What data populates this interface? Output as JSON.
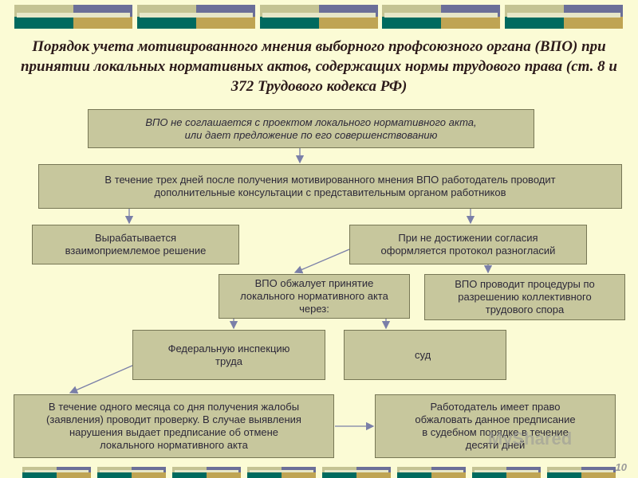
{
  "title": "Порядок учета мотивированного мнения выборного профсоюзного органа (ВПО) при принятии локальных нормативных актов, содержащих нормы трудового права (ст. 8 и 372 Трудового кодекса РФ)",
  "boxes": {
    "vpo_disagrees": "ВПО не соглашается с проектом локального нормативного акта,\nили дает предложение по его совершенствованию",
    "consultations": "В течение трех дней после получения мотивированного мнения ВПО работодатель проводит\nдополнительные консультации с представительным органом работников",
    "mutual_decision": "Вырабатывается\nвзаимоприемлемое решение",
    "no_agreement": "При не достижении согласия\nоформляется  протокол разногласий",
    "vpo_appeals": "ВПО обжалует принятие\nлокального нормативного акта\nчерез:",
    "labor_dispute": "ВПО проводит процедуры по\nразрешению коллективного\nтрудового спора",
    "federal_inspection": "Федеральную инспекцию\nтруда",
    "court": "суд",
    "inspection_check": "В течение одного месяца со дня получения жалобы\n(заявления) проводит проверку. В случае выявления\nнарушения выдает предписание об отмене\nлокального нормативного акта",
    "employer_appeal": "Работодатель имеет право\nобжаловать данное предписание\nв судебном порядке в течение\nдесяти дней"
  },
  "page_number": "10",
  "watermark": "MyShared",
  "colors": {
    "background": "#fbfbd5",
    "box_fill": "#c7c79d",
    "box_border": "#777755",
    "arrow": "#7a7fa8",
    "tile_teal": "#006a5f",
    "tile_slate": "#6b6f98",
    "tile_olive": "#c4c393",
    "tile_gold": "#bfa453"
  }
}
